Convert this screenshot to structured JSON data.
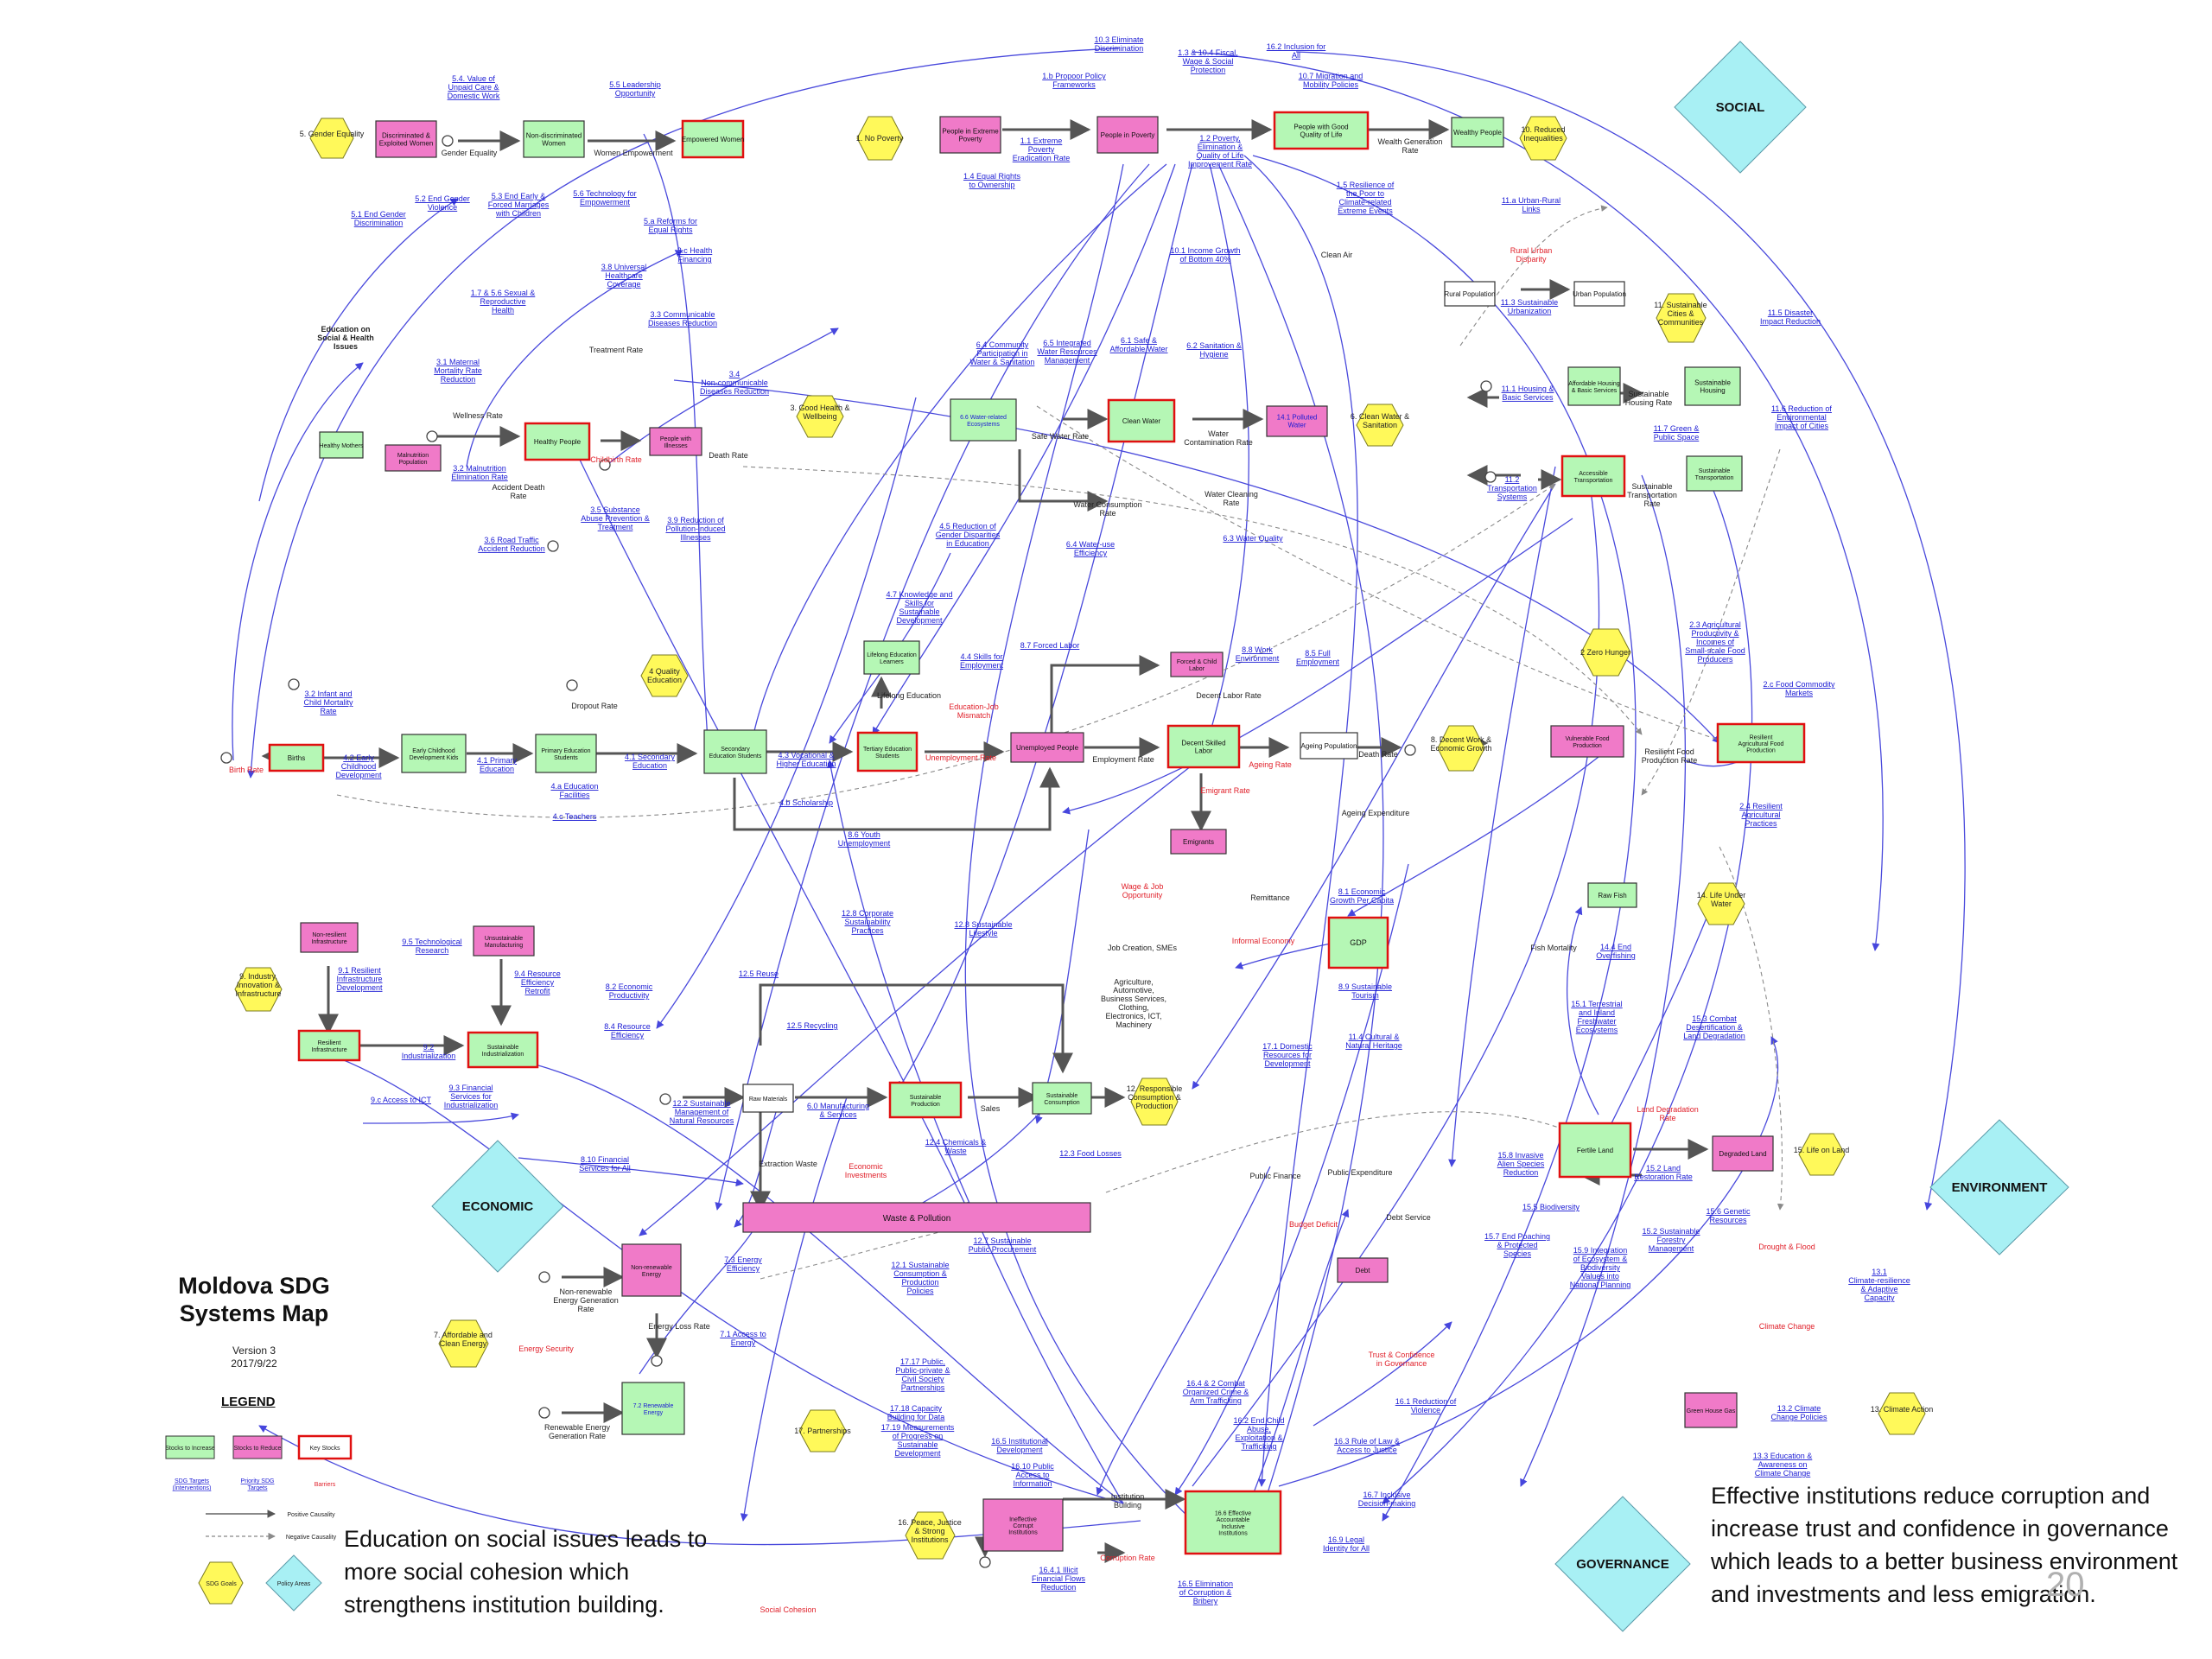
{
  "title": "Moldova SDG Systems Map",
  "version": "Version 3\n2017/9/22",
  "legend": {
    "title": "LEGEND",
    "stocks_increase": "Stocks to Increase",
    "stocks_reduce": "Stocks to Reduce",
    "key_stocks": "Key Stocks",
    "sdg_targets": "SDG Targets (Interventions)",
    "priority_targets": "Priority SDG Targets",
    "barriers": "Barriers",
    "positive": "Positive Causality",
    "negative": "Negative Causality",
    "sdg_goals": "SDG Goals",
    "policy_areas": "Policy Areas"
  },
  "notes": {
    "left": "Education on social issues leads to more social cohesion which strengthens institution building.",
    "right": "Effective institutions reduce corruption and increase trust and confidence in governance which leads to a better business environment and investments and less emigration."
  },
  "page_number": "20",
  "areas": [
    "SOCIAL",
    "ECONOMIC",
    "ENVIRONMENT",
    "GOVERNANCE"
  ],
  "goals": [
    "5. Gender Equality",
    "1. No Poverty",
    "10. Reduced Inequalities",
    "3. Good Health & Wellbeing",
    "6. Clean Water & Sanitation",
    "11. Sustainable Cities & Communities",
    "4 Quality Education",
    "8. Decent Work & Economic Growth",
    "2 Zero Hunger",
    "14. Life Under Water",
    "9. Industry, Innovation & Infrastructure",
    "12. Responsible Consumption & Production",
    "15. Life on Land",
    "7. Affordable and Clean Energy",
    "17. Partnerships",
    "16. Peace, Justice & Strong Institutions",
    "13. Climate Action"
  ],
  "stocks": {
    "discriminated": "Discriminated & Exploited Women",
    "nondisc": "Non-discriminated Women",
    "empowered": "Empowered Women",
    "extreme": "People in Extreme Poverty",
    "poverty": "People in Poverty",
    "goodlife": "People with Good Quality of Life",
    "wealthy": "Wealthy People",
    "rural": "Rural Population",
    "urban": "Urban Population",
    "affordable": "Affordable Housing & Basic Services",
    "susthousing": "Sustainable Housing",
    "accessible": "Accessible Transportation",
    "susttransport": "Sustainable Transportation",
    "healthy": "Healthy People",
    "illness": "People with Illnesses",
    "healthymothers": "Healthy Mothers",
    "malnutrition": "Malnutrition Population",
    "waterecosys": "6.6 Water-related Ecosystems",
    "cleanwater": "Clean Water",
    "polluted": "14.1 Polluted Water",
    "lifelong": "Lifelong Education Learners",
    "births": "Births",
    "earlychild": "Early Childhood Development Kids",
    "primary": "Primary Education Students",
    "secondary": "Secondary Education Students",
    "tertiary": "Tertiary Education Students",
    "unemployed": "Unemployed People",
    "forced": "Forced & Child Labor",
    "decent": "Decent Skilled Labor",
    "ageing": "Ageing Population",
    "emigrants": "Emigrants",
    "vulnerable": "Vulnerable Food Production",
    "resilientag": "Resilient Agricultural Food Production",
    "gdp": "GDP",
    "rawfish": "Raw Fish",
    "nonresilient": "Non-resilient Infrastructure",
    "unsustmanuf": "Unsustainable Manufacturing",
    "resilientinfra": "Resilient Infrastructure",
    "sustind": "Sustainable Industrialization",
    "rawmaterials": "Raw Materials",
    "sustprod": "Sustainable Production",
    "sustcons": "Sustainable Consumption",
    "waste": "Waste & Pollution",
    "fertile": "Fertile Land",
    "degraded": "Degraded Land",
    "nonrenew": "Non-renewable Energy",
    "renewable": "7.2 Renewable Energy",
    "debt": "Debt",
    "effective": "16.6 Effective Accountable Inclusive Institutions",
    "ineffective": "Ineffective Corrupt Institutions",
    "green": "Green House Gas"
  },
  "targets": [
    "10.3 Eliminate Discrimination",
    "1.3 & 10.4 Fiscal, Wage & Social Protection",
    "16.2 Inclusion for All",
    "1.b Propoor Policy Frameworks",
    "10.7 Migration and Mobility Policies",
    "5.4. Value of Unpaid Care & Domestic Work",
    "5.5 Leadership Opportunity",
    "1.1 Extreme Poverty Eradication Rate",
    "1.2 Poverty, Elimination & Quality of Life Improvement Rate",
    "1.4 Equal Rights to Ownership",
    "1.5 Resilience of the Poor to Climate-related Extreme Events",
    "11.a Urban-Rural Links",
    "5.1 End Gender Discrimination",
    "5.2 End Gender Violence",
    "5.3 End Early & Forced Marriages with Children",
    "5.6 Technology for Empowerment",
    "5.a Reforms for Equal Rights",
    "3.c Health Financing",
    "3.8 Universal Healthcare Coverage",
    "10.1 Income Growth of Bottom 40%",
    "1.7 & 5.6 Sexual & Reproductive Health",
    "3.3 Communicable Diseases Reduction",
    "3.4 Non-communicable Diseases Reduction",
    "11.3 Sustainable Urbanization",
    "11.5 Disaster Impact Reduction",
    "3.1 Maternal Mortality Rate Reduction",
    "6.4 Community Participation in Water & Sanitation",
    "6.5 Integrated Water Resources Management",
    "6.1 Safe & Affordable Water",
    "6.2 Sanitation & Hygiene",
    "11.1 Housing & Basic Services",
    "11.6 Reduction of Environmental Impact of Cities",
    "3.2 Malnutrition Elimination Rate",
    "11.7 Green & Public Space",
    "11.2 Transportation Systems",
    "3.5 Substance Abuse Prevention & Treatment",
    "3.9 Reduction of Pollution-induced Illnesses",
    "3.6 Road Traffic Accident Reduction",
    "6.4 Water-use Efficiency",
    "6.3 Water Quality",
    "4.5 Reduction of Gender Disparities in Education",
    "4.7 Knowledge and Skills for Sustainable Development",
    "8.7 Forced Labor",
    "4.4 Skills for Employment",
    "8.8 Work Environment",
    "8.5 Full Employment",
    "2.3 Agricultural Productivity & Incomes of Small-scale Food Producers",
    "3.2 Infant and Child Mortality Rate",
    "4.2 Early Childhood Development",
    "4.1 Primary Education",
    "4.1 Secondary Education",
    "4.3 Vocational & Higher Education",
    "4.b Scholarship",
    "4.a Education Facilities",
    "4.c Teachers",
    "8.6 Youth Unemployment",
    "2.c Food Commodity Markets",
    "2.4 Resilient Agricultural Practices",
    "8.1 Economic Growth Per Capita",
    "12.8 Corporate Sustainability Practices",
    "12.8 Sustainable Lifestyle",
    "9.5 Technological Research",
    "9.1 Resilient Infrastructure Development",
    "9.4 Resource Efficiency Retrofit",
    "8.2 Economic Productivity",
    "12.5 Reuse",
    "12.5 Recycling",
    "8.4 Resource Efficiency",
    "9.2 Industrialization",
    "9.c Access to ICT",
    "9.3 Financial Services for Industrialization",
    "12.2 Sustainable Management of Natural Resources",
    "6.0 Manufacturing & Services",
    "12.4 Chemicals & Waste",
    "12.3 Food Losses",
    "8.9 Sustainable Tourism",
    "11.4 Cultural & Natural Heritage",
    "17.1 Domestic Resources for Development",
    "15.1 Terrestrial and Inland Freshwater Ecosystems",
    "15.3 Combat Desertification & Land Degradation",
    "14.4 End Overfishing",
    "8.10 Financial Services for All",
    "15.8 Invasive Alien Species Reduction",
    "15.5 Biodiversity",
    "15.2 Land Restoration Rate",
    "15.6 Genetic Resources",
    "15.7 End Poaching & Protected Species",
    "15.9 Integration of Ecosystem & Biodiversity Values into National Planning",
    "15.2 Sustainable Forestry Management",
    "13.1 Climate-resilience & Adaptive Capacity",
    "7.3 Energy Efficiency",
    "12.7 Sustainable Public Procurement",
    "12.1 Sustainable Consumption & Production Policies",
    "7.1 Access to Energy",
    "17.17 Public, Public-private & Civil Society Partnerships",
    "17.18 Capacity Building for Data",
    "17.19 Measurements of Progress on Sustainable Development",
    "16.5 Institutional Development",
    "16.10 Public Access to Information",
    "16.4 & 2 Combat Organized Crime & Arm Trafficking",
    "16.2 End Child Abuse, Exploitation & Trafficking",
    "16.1 Reduction of Violence",
    "16.3 Rule of Law & Access to Justice",
    "16.7 Inclusive Decision-making",
    "16.9 Legal Identity for All",
    "16.4.1 Illicit Financial Flows Reduction",
    "16.5 Elimination of Corruption & Bribery",
    "13.2 Climate Change Policies",
    "13.3 Education & Awareness on Climate Change"
  ],
  "barriers": [
    "Rural Urban Disparity",
    "Childbirth Rate",
    "Birth Rate",
    "Education-Job Mismatch",
    "Unemployment Rate",
    "Ageing Rate",
    "Emigrant Rate",
    "Wage & Job Opportunity",
    "Informal Economy",
    "Economic Investments",
    "Budget Deficit",
    "Energy Security",
    "Trust & Confidence in Governance",
    "Corruption Rate",
    "Social Cohesion",
    "Land Degradation Rate",
    "Drought & Flood",
    "Climate Change"
  ],
  "variables": [
    "Gender Equality",
    "Women Empowerment",
    "Wealth Generation Rate",
    "Clean Air",
    "Education on Social & Health Issues",
    "Treatment Rate",
    "Wellness Rate",
    "Death Rate",
    "Accident Death Rate",
    "Safe Water Rate",
    "Water Contamination Rate",
    "Water Consumption Rate",
    "Water Cleaning Rate",
    "Sustainable Housing Rate",
    "Sustainable Transportation Rate",
    "Lifelong Education",
    "Dropout Rate",
    "Employment Rate",
    "Decent Labor Rate",
    "Death Rate",
    "Ageing Expenditure",
    "Resilient Food Production Rate",
    "Remittance",
    "Job Creation, SMEs",
    "Agriculture, Automotive, Business Services, Clothing, Electronics, ICT, Machinery",
    "Fish Mortality",
    "Extraction Waste",
    "Sales",
    "Public Finance",
    "Public Expenditure",
    "Debt Service",
    "Non-renewable Energy Generation Rate",
    "Energy Loss Rate",
    "Renewable Energy Generation Rate",
    "Institution Building"
  ]
}
